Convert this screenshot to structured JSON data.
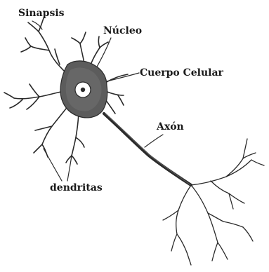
{
  "diagram": {
    "labels": {
      "sinapsis": "Sinapsis",
      "nucleo": "Núcleo",
      "cuerpo_celular": "Cuerpo Celular",
      "axon": "Axón",
      "dendritas": "dendritas"
    },
    "colors": {
      "ink": "#1a1a1a",
      "cell_body": "#5c5c5c",
      "background": "#ffffff"
    }
  }
}
